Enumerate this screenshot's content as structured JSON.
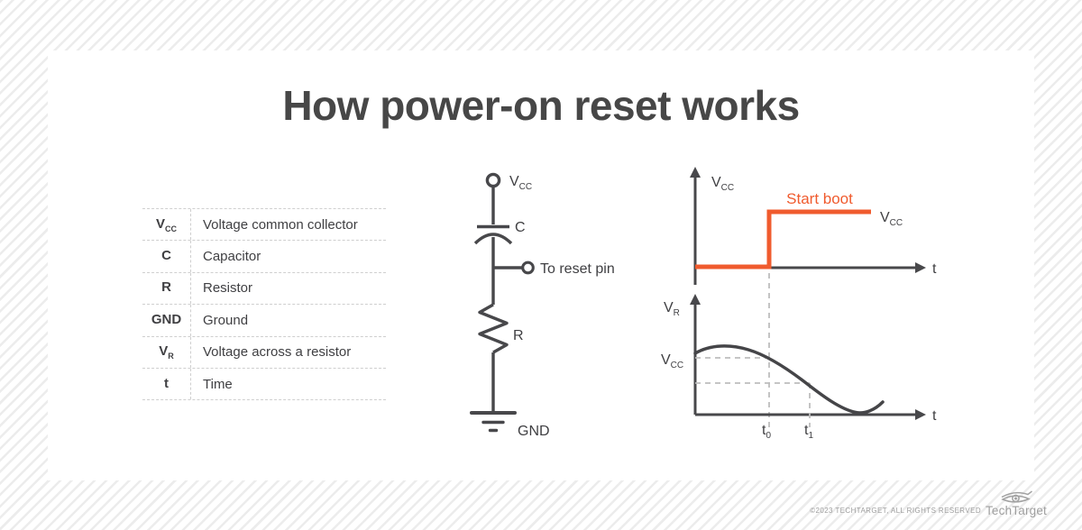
{
  "title": "How power-on reset works",
  "colors": {
    "accent": "#f05b2e",
    "ink": "#48484b",
    "dashed": "#bdbdbd"
  },
  "legend": {
    "rows": [
      {
        "symbol": "V",
        "sub": "CC",
        "label": "Voltage common collector"
      },
      {
        "symbol": "C",
        "sub": "",
        "label": "Capacitor"
      },
      {
        "symbol": "R",
        "sub": "",
        "label": "Resistor"
      },
      {
        "symbol": "GND",
        "sub": "",
        "label": "Ground"
      },
      {
        "symbol": "V",
        "sub": "R",
        "label": "Voltage across a resistor"
      },
      {
        "symbol": "t",
        "sub": "",
        "label": "Time"
      }
    ]
  },
  "circuit": {
    "vcc_symbol": "V",
    "vcc_sub": "CC",
    "capacitor_label": "C",
    "reset_pin_label": "To reset pin",
    "resistor_label": "R",
    "ground_label": "GND"
  },
  "graph_top": {
    "y_label_symbol": "V",
    "y_label_sub": "CC",
    "x_label": "t",
    "annotation": "Start boot",
    "line_label_symbol": "V",
    "line_label_sub": "CC"
  },
  "graph_bottom": {
    "y_label_symbol": "V",
    "y_label_sub": "R",
    "x_label": "t",
    "level_symbol": "V",
    "level_sub": "CC",
    "t0_symbol": "t",
    "t0_sub": "0",
    "t1_symbol": "t",
    "t1_sub": "1"
  },
  "footer": {
    "copyright": "©2023 TECHTARGET, ALL RIGHTS RESERVED",
    "brand": "TechTarget"
  }
}
